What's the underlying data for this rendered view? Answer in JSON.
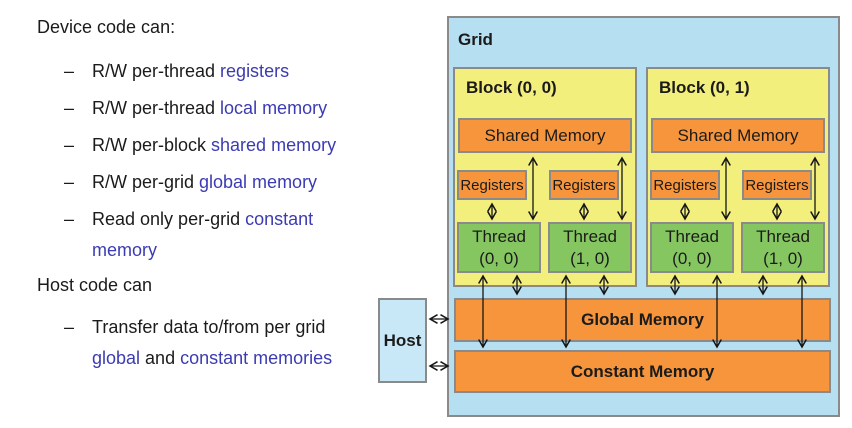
{
  "colors": {
    "grid-fill": "#b7dff2",
    "host-fill": "#c9e8f7",
    "block-fill": "#f2ef7c",
    "memory-fill": "#f6953b",
    "thread-fill": "#86c661",
    "box-border": "#8a8a8a",
    "highlight-text": "#3b3bb3",
    "body-text": "#1b1b1b"
  },
  "left": {
    "heading_device": "Device code can:",
    "dash": "–",
    "device_bullets": [
      {
        "text": "R/W per-thread ",
        "hl": "registers"
      },
      {
        "text": "R/W per-thread ",
        "hl": "local memory"
      },
      {
        "text": "R/W per-block ",
        "hl": "shared memory"
      },
      {
        "text": "R/W per-grid ",
        "hl": "global memory"
      },
      {
        "text": "Read only per-grid ",
        "hl": "constant",
        "hl2": "memory"
      }
    ],
    "heading_host": "Host code can",
    "host_bullet": {
      "text": "Transfer data to/from per grid",
      "hl_a": "global",
      "mid": " and ",
      "hl_b": "constant memories"
    }
  },
  "diagram": {
    "grid_label": "Grid",
    "host_label": "Host",
    "blocks": [
      {
        "label": "Block (0, 0)",
        "shared_label": "Shared Memory",
        "registers": [
          "Registers",
          "Registers"
        ],
        "threads": [
          {
            "line1": "Thread",
            "line2": "(0, 0)"
          },
          {
            "line1": "Thread",
            "line2": "(1, 0)"
          }
        ]
      },
      {
        "label": "Block (0, 1)",
        "shared_label": "Shared Memory",
        "registers": [
          "Registers",
          "Registers"
        ],
        "threads": [
          {
            "line1": "Thread",
            "line2": "(0, 0)"
          },
          {
            "line1": "Thread",
            "line2": "(1, 0)"
          }
        ]
      }
    ],
    "global_memory_label": "Global Memory",
    "constant_memory_label": "Constant Memory",
    "connections": [
      {
        "from": "registers",
        "to": "thread",
        "bidirectional": true
      },
      {
        "from": "shared-memory",
        "to": "thread",
        "bidirectional": true
      },
      {
        "from": "thread",
        "to": "global-memory",
        "bidirectional": true
      },
      {
        "from": "thread",
        "to": "constant-memory",
        "bidirectional": true
      },
      {
        "from": "host",
        "to": "global-memory",
        "bidirectional": true
      },
      {
        "from": "host",
        "to": "constant-memory",
        "bidirectional": true
      }
    ]
  }
}
